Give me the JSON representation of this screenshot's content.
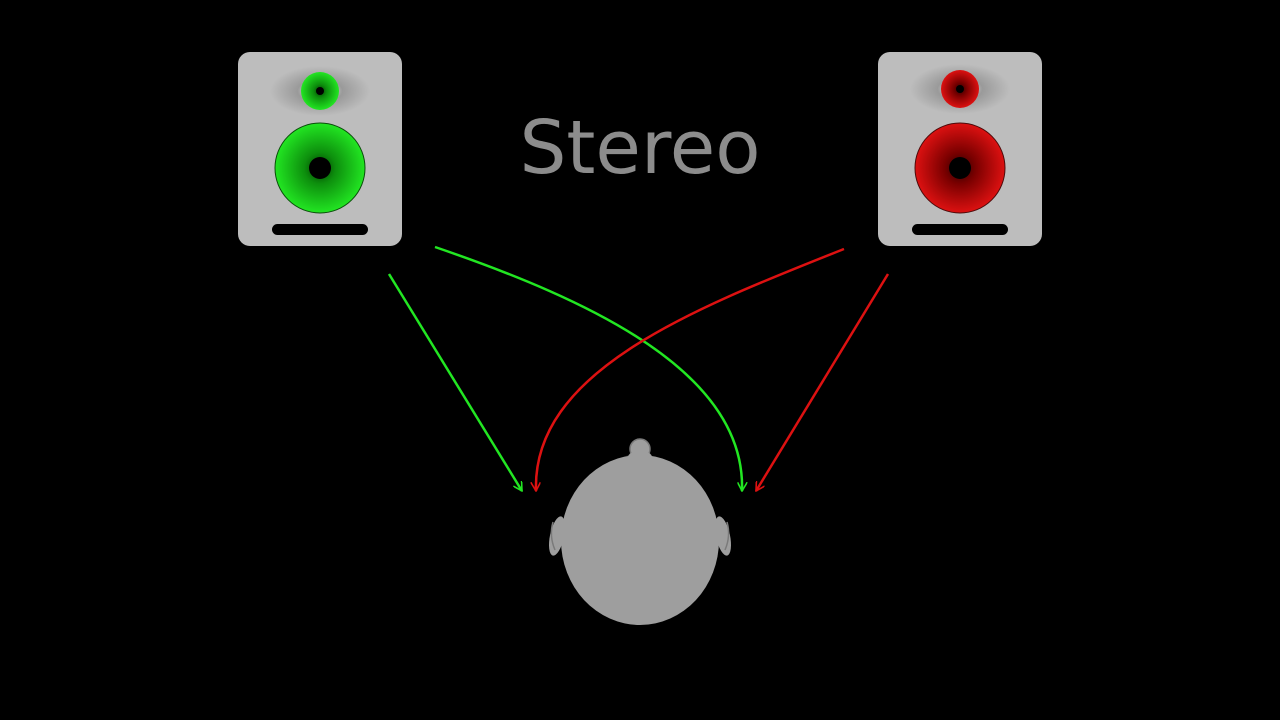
{
  "title": "Stereo",
  "colors": {
    "background": "#000000",
    "title": "#8c8c8c",
    "speaker_cabinet": "#bdbdbd",
    "left_channel": "#22e622",
    "right_channel": "#dd1111",
    "head": "#9e9e9e"
  },
  "speakers": [
    {
      "id": "left",
      "channel_color": "#22e622"
    },
    {
      "id": "right",
      "channel_color": "#dd1111"
    }
  ],
  "paths": [
    {
      "from": "left-speaker",
      "to": "left-ear",
      "color": "#22e622"
    },
    {
      "from": "left-speaker",
      "to": "right-ear",
      "color": "#22e622"
    },
    {
      "from": "right-speaker",
      "to": "left-ear",
      "color": "#dd1111"
    },
    {
      "from": "right-speaker",
      "to": "right-ear",
      "color": "#dd1111"
    }
  ]
}
